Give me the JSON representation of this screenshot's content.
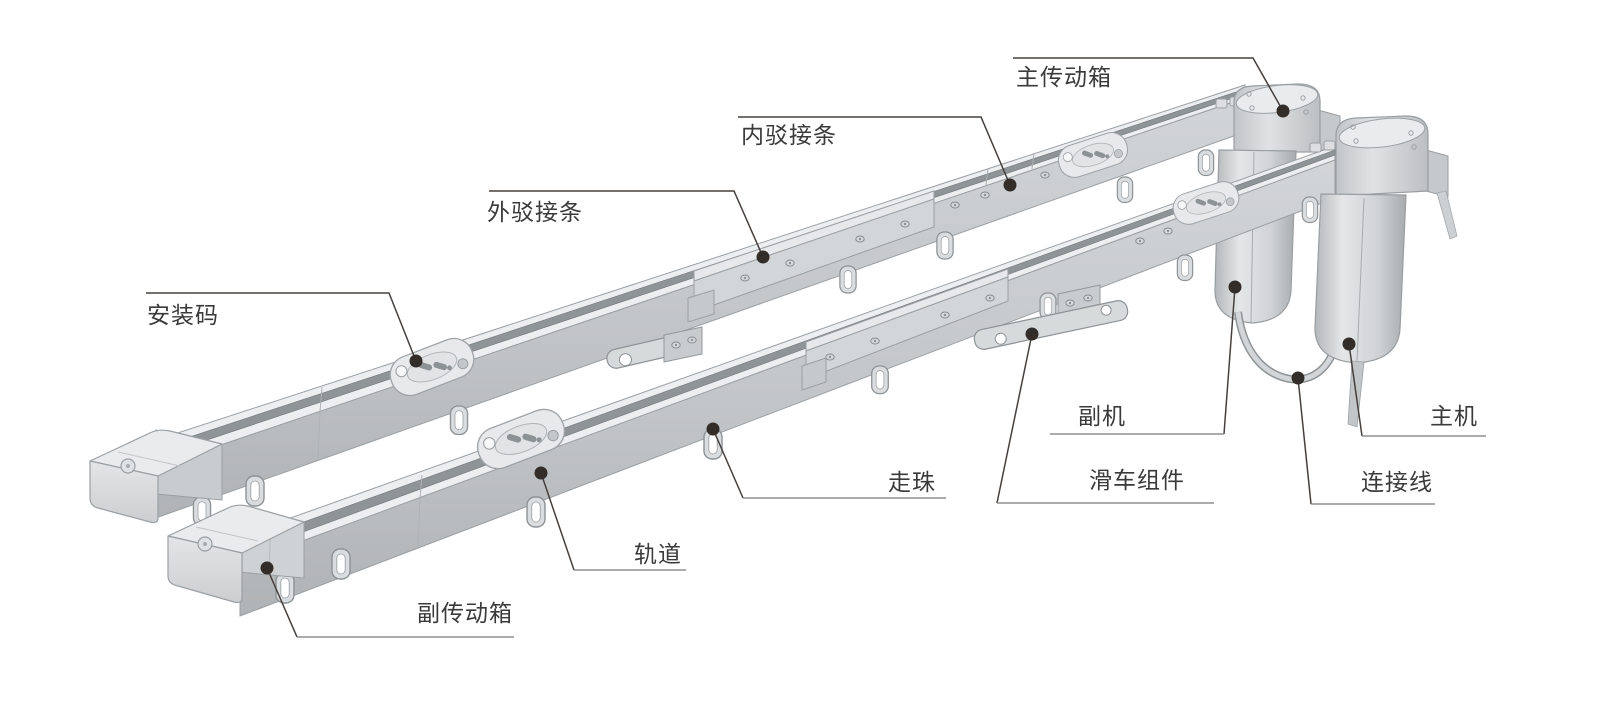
{
  "diagram": {
    "background": "#ffffff",
    "labels": [
      {
        "id": "main-drive-box",
        "text": "主传动箱"
      },
      {
        "id": "inner-connector",
        "text": "内驳接条"
      },
      {
        "id": "outer-connector",
        "text": "外驳接条"
      },
      {
        "id": "mounting-bracket",
        "text": "安装码"
      },
      {
        "id": "aux-drive-box",
        "text": "副传动箱"
      },
      {
        "id": "track",
        "text": "轨道"
      },
      {
        "id": "runner",
        "text": "走珠"
      },
      {
        "id": "carriage-assembly",
        "text": "滑车组件"
      },
      {
        "id": "aux-motor",
        "text": "副机"
      },
      {
        "id": "connecting-cable",
        "text": "连接线"
      },
      {
        "id": "main-motor",
        "text": "主机"
      }
    ],
    "colors": {
      "label_text": "#3a3a3a",
      "leader_line": "#45403d",
      "rule_line": "#8f8f8f",
      "anchor_dot": "#332d2a",
      "body_light": "#e9ebec",
      "body_mid": "#c9ccce",
      "body_edge": "#9aa0a3",
      "channel": "#8f9497"
    }
  }
}
